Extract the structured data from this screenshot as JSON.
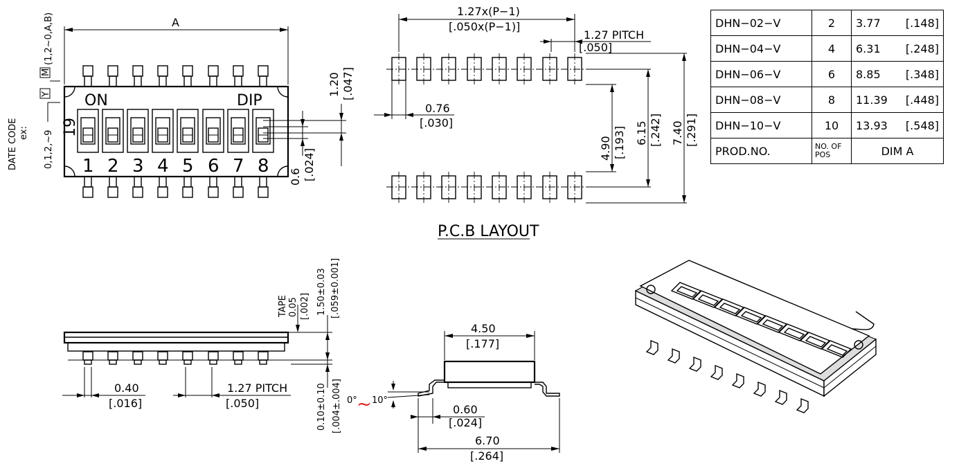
{
  "top_view": {
    "dim_a_label": "A",
    "on_label": "ON",
    "dip_label": "DIP",
    "side_code": "19",
    "position_numbers": [
      "1",
      "2",
      "3",
      "4",
      "5",
      "6",
      "7",
      "8"
    ],
    "dim_1_20": "1.20",
    "dim_1_20_in": "[.047]",
    "dim_0_6": "0.6",
    "dim_0_6_in": "[.024]",
    "date_code_label": "DATE CODE",
    "ex_label": "ex:",
    "code_examples": "0,1,2,~9",
    "code_examples_2": "(1,2~0,A,B)",
    "box_y": "Y",
    "box_m": "M"
  },
  "pcb_layout": {
    "title": "P.C.B LAYOUT",
    "pitch_formula": "1.27x(P−1)",
    "pitch_formula_in": "[.050x(P−1)]",
    "pitch": "1.27 PITCH",
    "pitch_in": "[.050]",
    "pad_width": "0.76",
    "pad_width_in": "[.030]",
    "dim_4_90": "4.90",
    "dim_4_90_in": "[.193]",
    "dim_6_15": "6.15",
    "dim_6_15_in": "[.242]",
    "dim_7_40": "7.40",
    "dim_7_40_in": "[.291]"
  },
  "table": {
    "rows": [
      {
        "prod": "DHN−02−V",
        "pos": "2",
        "dim_mm": "3.77",
        "dim_in": "[.148]"
      },
      {
        "prod": "DHN−04−V",
        "pos": "4",
        "dim_mm": "6.31",
        "dim_in": "[.248]"
      },
      {
        "prod": "DHN−06−V",
        "pos": "6",
        "dim_mm": "8.85",
        "dim_in": "[.348]"
      },
      {
        "prod": "DHN−08−V",
        "pos": "8",
        "dim_mm": "11.39",
        "dim_in": "[.448]"
      },
      {
        "prod": "DHN−10−V",
        "pos": "10",
        "dim_mm": "13.93",
        "dim_in": "[.548]"
      }
    ],
    "header_prod": "PROD.NO.",
    "header_pos_1": "NO. OF",
    "header_pos_2": "POS",
    "header_dim": "DIM  A"
  },
  "side_view": {
    "tape_label": "TAPE",
    "tape_mm": "0.05",
    "tape_in": "[.002]",
    "height_mm": "1.50±0.03",
    "height_in": "[.059±0.001]",
    "lead_width": "0.40",
    "lead_width_in": "[.016]",
    "pitch": "1.27  PITCH",
    "pitch_in": "[.050]",
    "standoff_mm": "0.10±0.10",
    "standoff_in": "[.004±.004]"
  },
  "end_view": {
    "body_width": "4.50",
    "body_width_in": "[.177]",
    "angle_from": "0°",
    "angle_tilde": "~",
    "angle_to": "10°",
    "lead_length": "0.60",
    "lead_length_in": "[.024]",
    "overall_width": "6.70",
    "overall_width_in": "[.264]"
  },
  "colors": {
    "line": "#000000",
    "accent": "#e02020",
    "background": "#ffffff"
  }
}
